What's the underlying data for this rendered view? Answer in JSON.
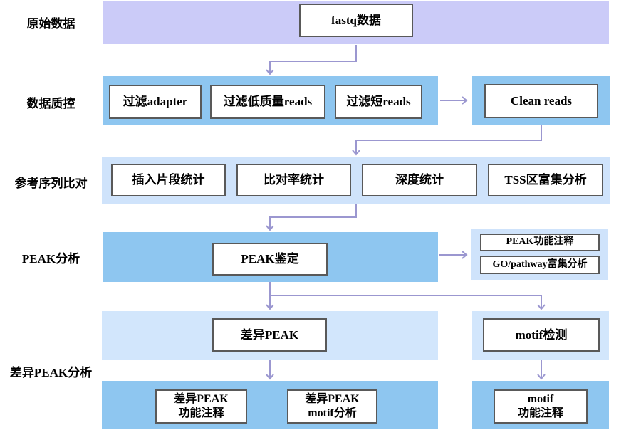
{
  "colors": {
    "band_purple": "#CBCBF8",
    "band_blue": "#8EC6F0",
    "band_lightblue_a": "#CFE3FB",
    "band_lightblue_b": "#D2E6FC",
    "arrow": "#9B97D0",
    "box_border": "#595959",
    "box_bg": "#FFFFFF",
    "text": "#000000"
  },
  "row_labels": {
    "raw_data": "原始数据",
    "quality_control": "数据质控",
    "alignment": "参考序列比对",
    "peak_analysis": "PEAK分析",
    "diff_peak_analysis": "差异PEAK分析"
  },
  "nodes": {
    "fastq": "fastq数据",
    "filter_adapter": "过滤adapter",
    "filter_low_quality": "过滤低质量reads",
    "filter_short": "过滤短reads",
    "clean_reads": "Clean reads",
    "insert_size_stats": "插入片段统计",
    "mapping_rate_stats": "比对率统计",
    "depth_stats": "深度统计",
    "tss_enrichment": "TSS区富集分析",
    "peak_calling": "PEAK鉴定",
    "peak_annotation": "PEAK功能注释",
    "go_pathway": "GO/pathway富集分析",
    "diff_peak": "差异PEAK",
    "motif_detection": "motif检测",
    "diff_peak_annotation_line1": "差异PEAK",
    "diff_peak_annotation_line2": "功能注释",
    "diff_peak_motif_line1": "差异PEAK",
    "diff_peak_motif_line2": "motif分析",
    "motif_annotation_line1": "motif",
    "motif_annotation_line2": "功能注释"
  }
}
